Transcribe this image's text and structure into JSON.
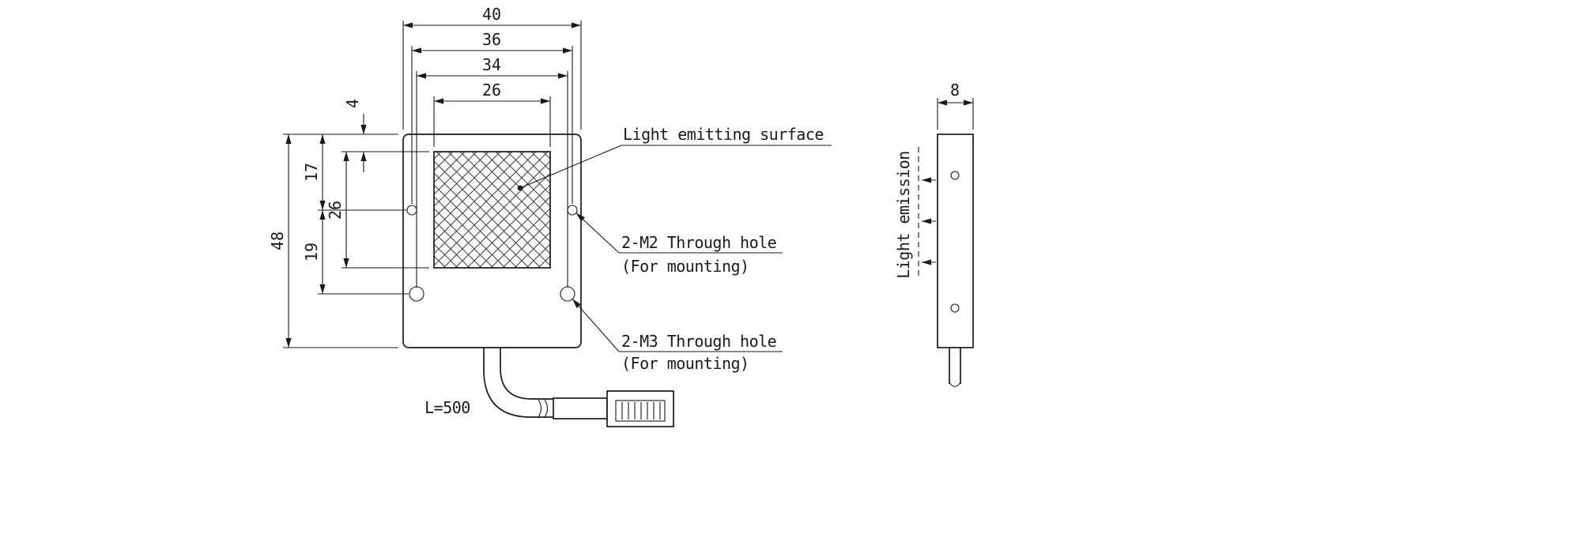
{
  "front_view": {
    "dims": {
      "width_overall": "40",
      "m2_hole_spacing": "36",
      "m3_hole_spacing": "34",
      "emitting_width": "26",
      "top_to_surface": "4",
      "top_to_m2": "17",
      "emitting_height": "26",
      "m2_to_m3": "19",
      "height_overall": "48"
    },
    "labels": {
      "emitting_surface": "Light emitting surface",
      "m2_hole_line1": "2-M2 Through hole",
      "m2_hole_line2": "(For mounting)",
      "m3_hole_line1": "2-M3 Through hole",
      "m3_hole_line2": "(For mounting)",
      "cable_length": "L=500"
    }
  },
  "side_view": {
    "dims": {
      "thickness": "8"
    },
    "labels": {
      "light_emission": "Light emission"
    }
  },
  "colors": {
    "line": "#1a1a1a",
    "background": "#ffffff"
  }
}
